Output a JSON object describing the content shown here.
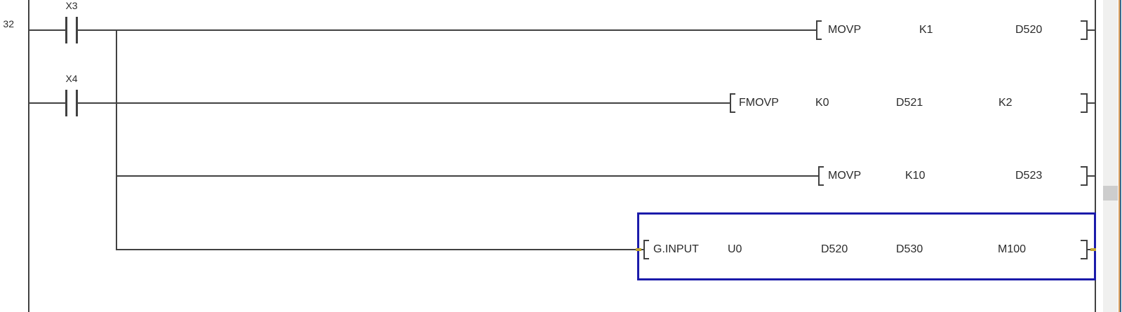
{
  "ladder": {
    "rung_number": "32",
    "contacts": [
      {
        "label": "X3"
      },
      {
        "label": "X4"
      }
    ],
    "instructions": [
      {
        "mnemonic": "MOVP",
        "operands": [
          "K1",
          "D520"
        ]
      },
      {
        "mnemonic": "FMOVP",
        "operands": [
          "K0",
          "D521",
          "K2"
        ]
      },
      {
        "mnemonic": "MOVP",
        "operands": [
          "K10",
          "D523"
        ]
      },
      {
        "mnemonic": "G.INPUT",
        "operands": [
          "U0",
          "D520",
          "D530",
          "M100"
        ]
      }
    ],
    "selected_instruction": "G.INPUT"
  },
  "colors": {
    "wire": "#414141",
    "text": "#2b2b2b",
    "selection_frame": "#1b1baa",
    "connection_marker": "#c0a432",
    "scrollbar_track": "#f0f0ef",
    "scrollbar_thumb": "#cdcdcd",
    "window_edge_orange": "#dfa15f",
    "window_edge_blue": "#38688c"
  }
}
